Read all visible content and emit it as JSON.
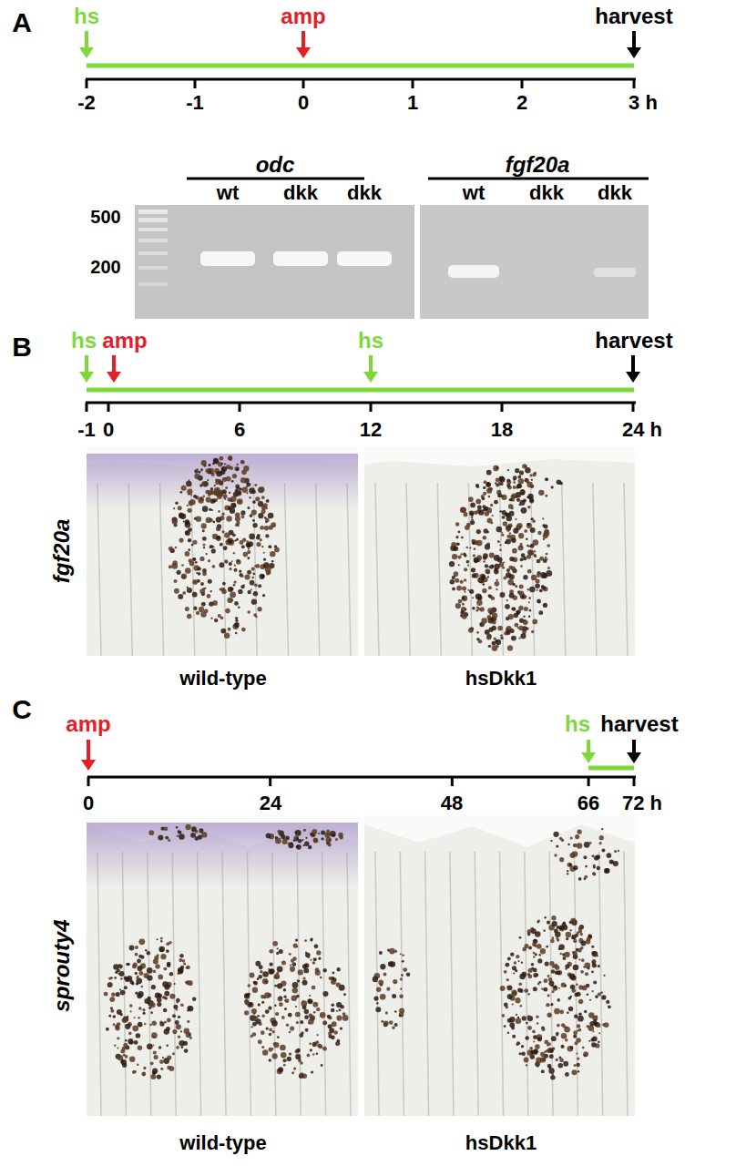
{
  "diagram": {
    "labels": [
      "A",
      "hs",
      "amp",
      "harvest",
      "-2",
      "-1",
      "0",
      "1",
      "2",
      "3 h",
      "odc",
      "fgf20a",
      "wt",
      "dkk",
      "dkk",
      "wt",
      "dkk",
      "dkk",
      "500",
      "200",
      "B",
      "hs",
      "amp",
      "hs",
      "harvest",
      "-1",
      "0",
      "6",
      "12",
      "18",
      "24 h",
      "fgf20a",
      "wild-type",
      "hsDkk1",
      "C",
      "amp",
      "hs",
      "harvest",
      "0",
      "24",
      "48",
      "66",
      "72 h",
      "sprouty4",
      "wild-type",
      "hsDkk1"
    ]
  }
}
